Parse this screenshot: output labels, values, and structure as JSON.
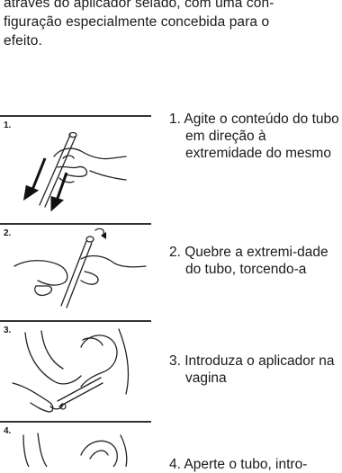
{
  "intro": {
    "lines": [
      "através do aplicador selado, com uma con-",
      "figuração especialmente concebida para o",
      "efeito."
    ]
  },
  "steps": [
    {
      "number": "1.",
      "text": "1. Agite o conteúdo do tubo em direção à extremidade do mesmo"
    },
    {
      "number": "2.",
      "text": "2. Quebre a extremi-dade do tubo, torcendo-a"
    },
    {
      "number": "3.",
      "text": "3. Introduza o aplicador na vagina"
    },
    {
      "number": "4.",
      "text": "4. Aperte o tubo, intro-"
    }
  ]
}
